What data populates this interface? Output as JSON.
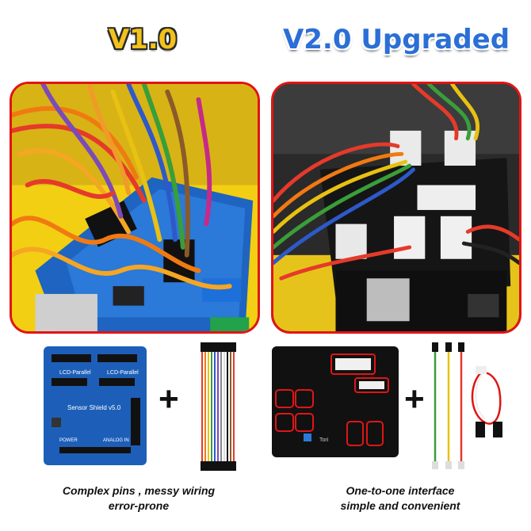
{
  "titles": {
    "left": "V1.0",
    "right": "V2.0 Upgraded"
  },
  "captions": {
    "left_line1": "Complex pins , messy wiring",
    "left_line2": "error-prone",
    "right_line1": "One-to-one interface",
    "right_line2": "simple and convenient"
  },
  "board_labels": {
    "v1_board": "Sensor Shield v5.0",
    "v1_lcd1": "LCD-Parallel",
    "v1_lcd2": "LCD-Parallel",
    "v1_power": "POWER",
    "v1_analog": "ANALOG IN",
    "v2_brand": "Tori"
  },
  "plus_sign": "+",
  "colors": {
    "v1_title": "#f3c21a",
    "v2_title": "#2b6fd6",
    "panel_border": "#e01515",
    "shield_blue": "#1d5fb8"
  }
}
